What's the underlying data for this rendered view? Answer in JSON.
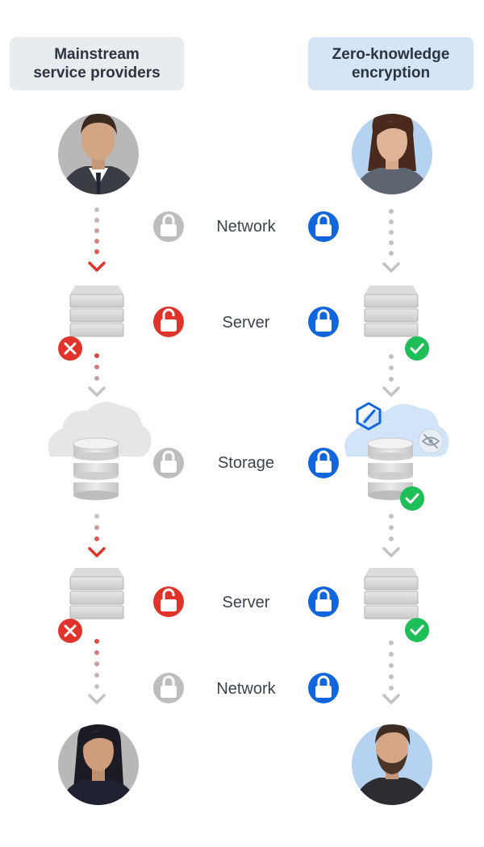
{
  "headers": {
    "left": "Mainstream\nservice providers",
    "right": "Zero-knowledge\nencryption"
  },
  "stages": [
    {
      "label": "Network",
      "left_lock": "closed",
      "left_lock_color": "#bdbdbd",
      "right_lock": "closed"
    },
    {
      "label": "Server",
      "left_lock": "open",
      "left_lock_color": "#e0342b",
      "right_lock": "closed"
    },
    {
      "label": "Storage",
      "left_lock": "closed",
      "left_lock_color": "#bdbdbd",
      "right_lock": "closed"
    },
    {
      "label": "Server",
      "left_lock": "open",
      "left_lock_color": "#e0342b",
      "right_lock": "closed"
    },
    {
      "label": "Network",
      "left_lock": "closed",
      "left_lock_color": "#bdbdbd",
      "right_lock": "closed"
    }
  ],
  "colors": {
    "danger": "#e0342b",
    "success": "#1fbf57",
    "zk_blue": "#1166dd",
    "neutral_lock": "#bdbdbd",
    "left_header_bg": "#e9ecef",
    "right_header_bg": "#d6e5f6"
  },
  "icons": {
    "left_sender": "avatar-man-suit",
    "right_sender": "avatar-woman",
    "left_receiver": "avatar-woman-dark-hair",
    "right_receiver": "avatar-man-beard",
    "server": "server-stack-icon",
    "storage": "database-cloud-icon",
    "breach": "x-circle-icon",
    "verified": "check-circle-icon",
    "zk_badge": "hexagon-icon",
    "hidden": "eye-slash-icon"
  }
}
